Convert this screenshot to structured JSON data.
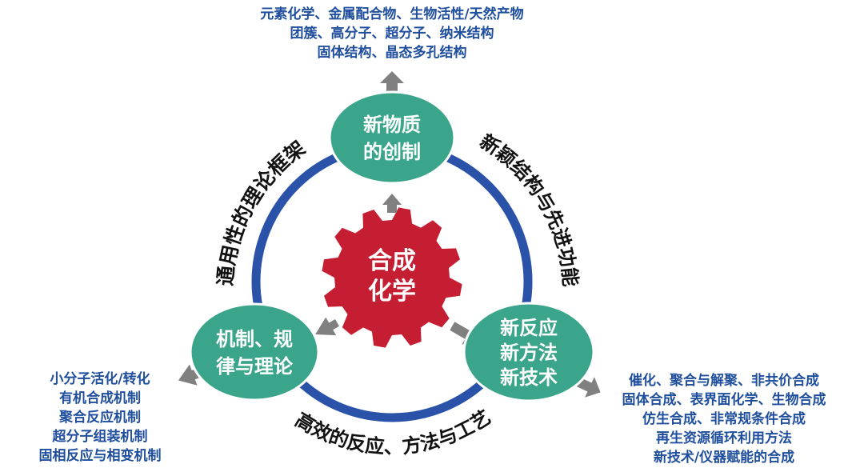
{
  "center": {
    "line1": "合成",
    "line2": "化学"
  },
  "nodes": {
    "top": {
      "line1": "新物质",
      "line2": "的创制"
    },
    "left": {
      "line1": "机制、规",
      "line2": "律与理论"
    },
    "right": {
      "line1": "新反应",
      "line2": "新方法",
      "line3": "新技术"
    }
  },
  "arc_labels": {
    "left": "通用性的理论框架",
    "right": "新颖结构与先进功能",
    "bottom": "高效的反应、方法与工艺"
  },
  "top_text": [
    "元素化学、金属配合物、生物活性/天然产物",
    "团簇、高分子、超分子、纳米结构",
    "固体结构、晶态多孔结构"
  ],
  "left_text": [
    "小分子活化/转化",
    "有机合成机制",
    "聚合反应机制",
    "超分子组装机制",
    "固相反应与相变机制"
  ],
  "right_text": [
    "催化、聚合与解聚、非共价合成",
    "固体合成、表界面化学、生物合成",
    "仿生合成、非常规条件合成",
    "再生资源循环利用方法",
    "新技术/仪器赋能的合成"
  ],
  "colors": {
    "ring": "#2a52a8",
    "node": "#3aa58a",
    "gear": "#c51e32",
    "arrow": "#808080",
    "text": "#1f4e9c"
  }
}
